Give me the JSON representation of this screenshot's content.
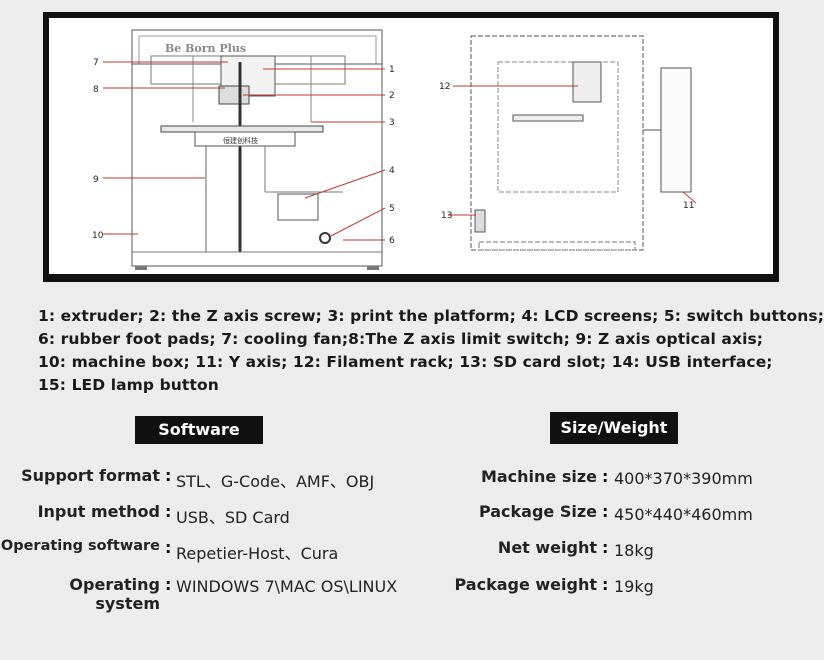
{
  "diagram": {
    "front_view": {
      "brand_text": "Be Born Plus",
      "platform_text": "恒建创科技",
      "callouts": [
        "7",
        "8",
        "9",
        "10",
        "1",
        "2",
        "3",
        "4",
        "5",
        "6"
      ]
    },
    "side_view": {
      "callouts": [
        "12",
        "13",
        "11"
      ]
    }
  },
  "legend": {
    "lines": [
      "1: extruder; 2: the Z axis screw; 3: print the platform; 4: LCD screens; 5: switch buttons;",
      "6: rubber foot pads; 7: cooling fan;8:The Z axis limit switch; 9: Z axis optical axis;",
      "10: machine box; 11: Y axis; 12: Filament rack; 13: SD card slot; 14: USB interface;",
      "15: LED lamp button"
    ]
  },
  "software": {
    "title": "Software",
    "rows": [
      {
        "label": "Support format",
        "value": "STL、G-Code、AMF、OBJ"
      },
      {
        "label": "Input method",
        "value": "USB、SD Card"
      },
      {
        "label": "Operating software",
        "value": "Repetier-Host、Cura"
      },
      {
        "label": "Operating system",
        "value": "WINDOWS 7\\MAC OS\\LINUX"
      }
    ]
  },
  "size_weight": {
    "title": "Size/Weight",
    "rows": [
      {
        "label": "Machine size",
        "value": "400*370*390mm"
      },
      {
        "label": "Package Size",
        "value": "450*440*460mm"
      },
      {
        "label": "Net weight",
        "value": "18kg"
      },
      {
        "label": "Package weight",
        "value": "19kg"
      }
    ]
  }
}
